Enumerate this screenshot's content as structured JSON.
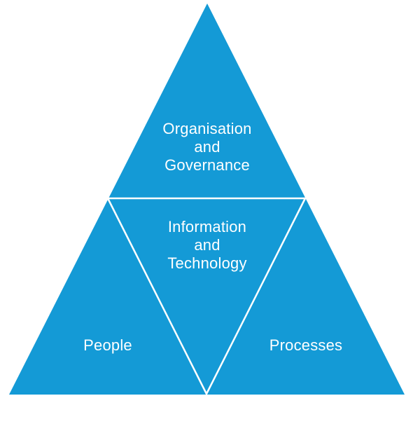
{
  "diagram": {
    "type": "pyramid-four-sections",
    "sections": {
      "top": {
        "label": "Organisation\nand\nGovernance"
      },
      "center": {
        "label": "Information\nand\nTechnology"
      },
      "bottom_left": {
        "label": "People"
      },
      "bottom_right": {
        "label": "Processes"
      }
    },
    "colors": {
      "triangle_fill": "#149AD6",
      "divider_lines": "#FFFFFF",
      "label_text": "#FFFFFF",
      "background": "#FFFFFF"
    }
  }
}
